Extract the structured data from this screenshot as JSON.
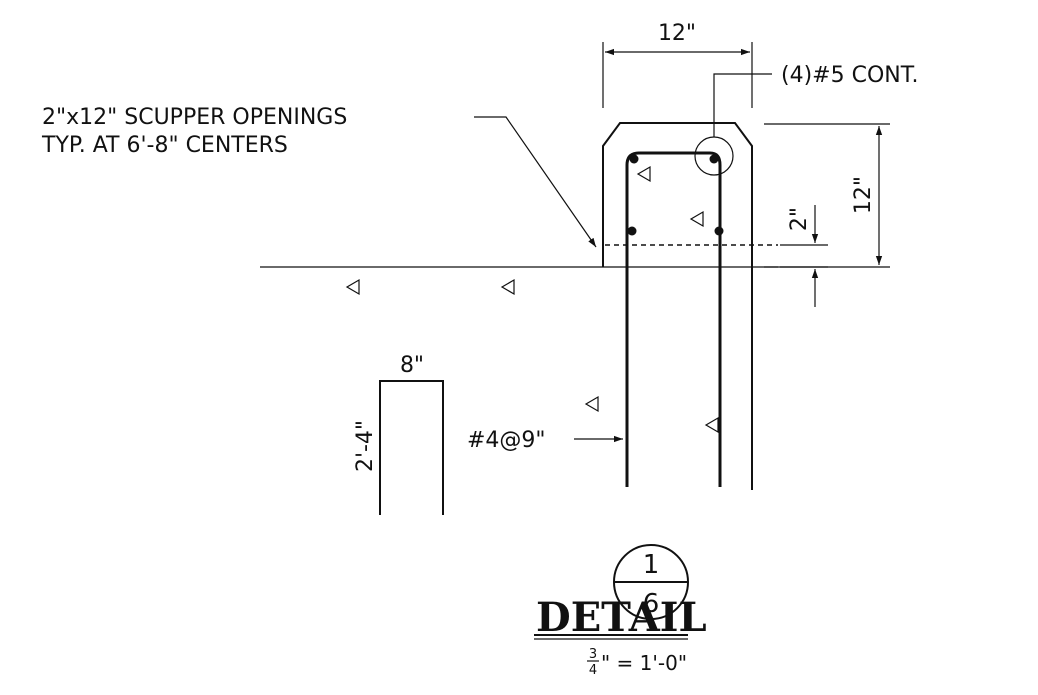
{
  "labels": {
    "top_width": "12\"",
    "cont_bars": "(4)#5 CONT.",
    "scupper_line1": "2\"x12\" SCUPPER OPENINGS",
    "scupper_line2": "TYP. AT 6'-8\" CENTERS",
    "right_height": "12\"",
    "scupper_height": "2\"",
    "opening_width": "8\"",
    "opening_height": "2'-4\"",
    "stirrups": "#4@9\""
  },
  "title_block": {
    "title": "DETAIL",
    "detail_number": "1",
    "sheet_number": "6",
    "scale_numerator": "3",
    "scale_denominator": "4",
    "scale_rest": "\" = 1'-0\""
  }
}
